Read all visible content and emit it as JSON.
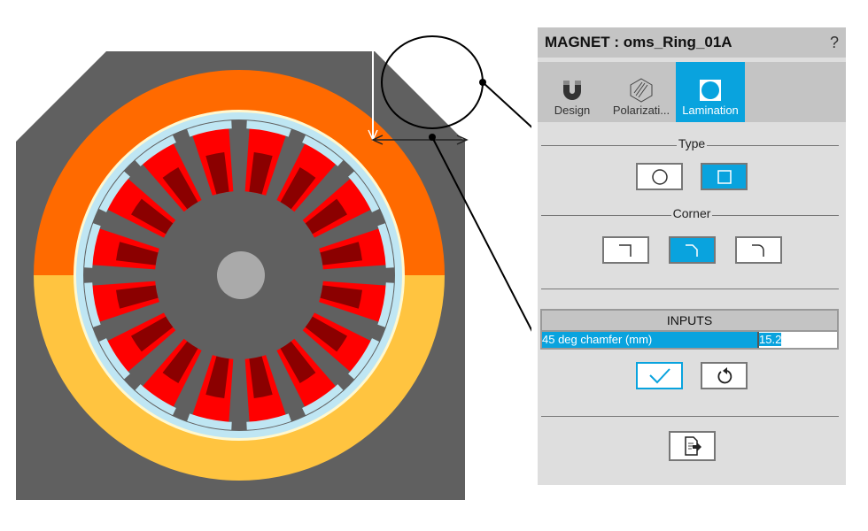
{
  "panel": {
    "title": "MAGNET : oms_Ring_01A",
    "help": "?",
    "tabs": [
      {
        "label": "Design",
        "icon": "magnet-icon"
      },
      {
        "label": "Polarizati...",
        "icon": "polarization-icon"
      },
      {
        "label": "Lamination",
        "icon": "lamination-icon",
        "active": true
      }
    ],
    "type_label": "Type",
    "corner_label": "Corner",
    "inputs_header": "INPUTS",
    "inputs": [
      {
        "label": "45 deg chamfer (mm)",
        "value": "15.2"
      }
    ]
  },
  "colors": {
    "accent": "#09a3de",
    "orange": "#ff6a00",
    "yellow": "#ffc440",
    "red": "#ff0000",
    "darkred": "#8b0000",
    "grey": "#606060"
  }
}
